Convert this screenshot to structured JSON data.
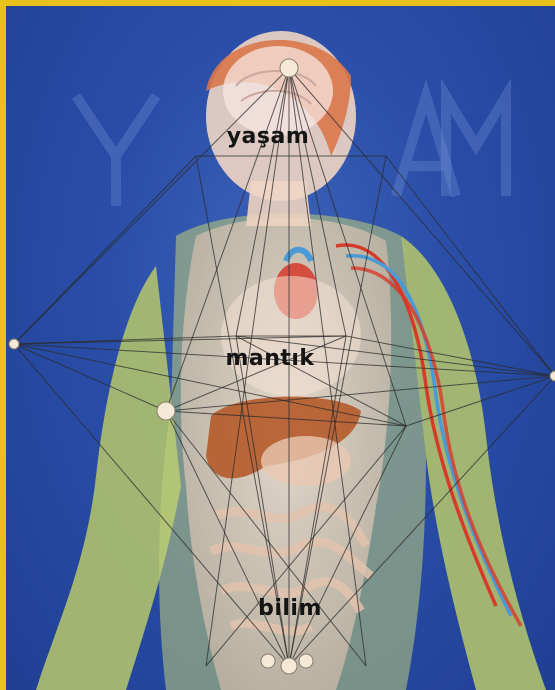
{
  "labels": {
    "top": "yaşam",
    "middle": "mantık",
    "bottom": "bilim"
  },
  "colors": {
    "frame": "#e8c21a",
    "background": "#2a4ea8",
    "skin": "#f1d2b8",
    "hair": "#d9774a",
    "shirt": "#b7c86a",
    "liver": "#b55a2a",
    "artery": "#d83a2a",
    "vein": "#4a9ad8",
    "network_lines": "#2b2b2b"
  }
}
